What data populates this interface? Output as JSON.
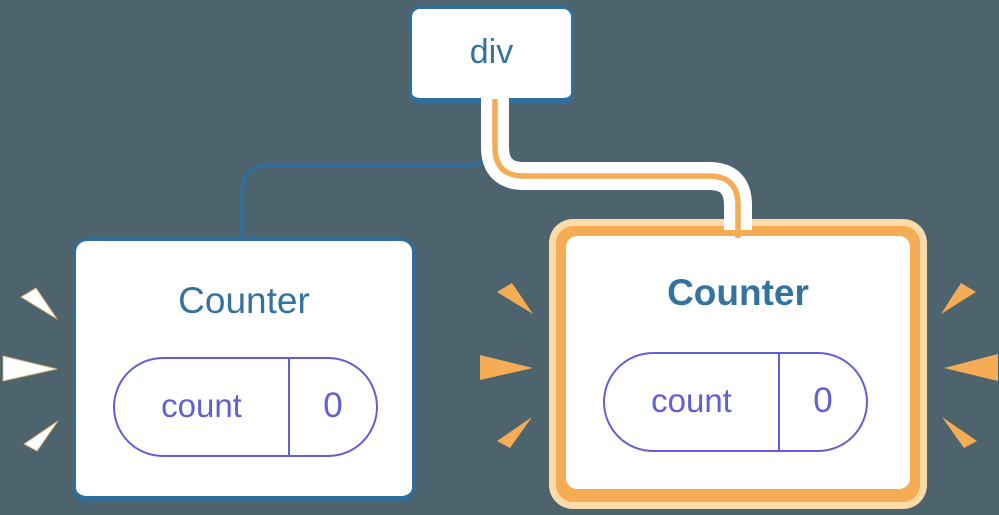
{
  "colors": {
    "background": "#4D646E",
    "steel-blue": "#2F6F9E",
    "steel-blue-text": "#34739E",
    "orange": "#F5AC55",
    "peach": "#FBDBA7",
    "purple": "#615FD4",
    "spark-white": "#FFFFFF"
  },
  "root_node": {
    "label": "div"
  },
  "left_counter": {
    "title": "Counter",
    "state": {
      "key": "count",
      "value": "0"
    }
  },
  "right_counter": {
    "title": "Counter",
    "state": {
      "key": "count",
      "value": "0"
    }
  }
}
